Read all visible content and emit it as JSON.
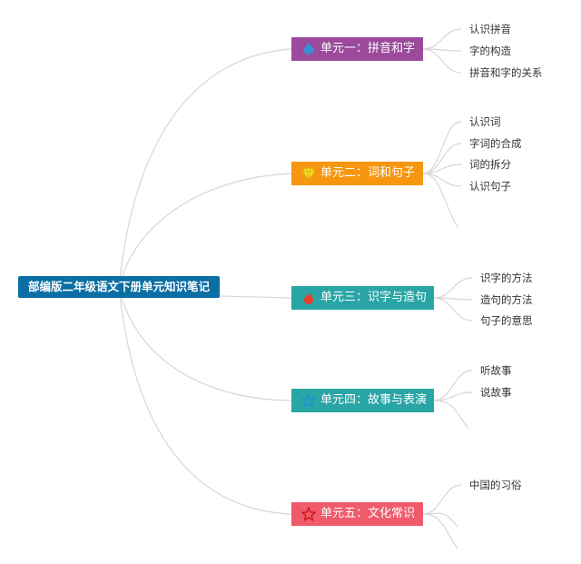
{
  "root": {
    "title": "部编版二年级语文下册单元知识笔记"
  },
  "units": [
    {
      "title": "单元一：拼音和字",
      "color": "#9b4a9c",
      "icon": "spade-icon",
      "icon_color": "#3a8fd8",
      "items": [
        "认识拼音",
        "字的构造",
        "拼音和字的关系"
      ]
    },
    {
      "title": "单元二：词和句子",
      "color": "#f7960f",
      "icon": "diamond-icon",
      "icon_color": "#f5e02a",
      "items": [
        "认识词",
        "字词的合成",
        "词的拆分",
        "认识句子"
      ]
    },
    {
      "title": "单元三：识字与造句",
      "color": "#2aa5a5",
      "icon": "flame-icon",
      "icon_color": "#e8402a",
      "items": [
        "识字的方法",
        "造句的方法",
        "句子的意思"
      ]
    },
    {
      "title": "单元四：故事与表演",
      "color": "#2aa5a5",
      "icon": "star-outline-icon",
      "icon_color": "#1f8fd6",
      "items": [
        "听故事",
        "说故事"
      ]
    },
    {
      "title": "单元五：文化常识",
      "color": "#ef5b6b",
      "icon": "star-outline-icon",
      "icon_color": "#d3141c",
      "items": [
        "中国的习俗"
      ]
    }
  ]
}
